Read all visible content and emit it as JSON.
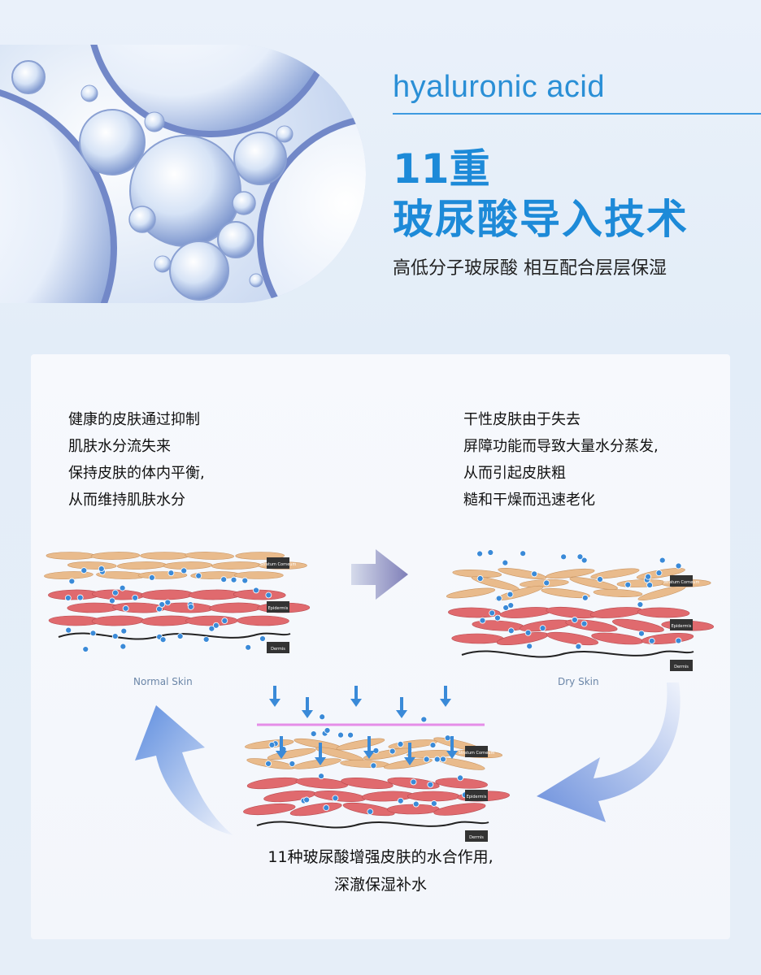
{
  "header": {
    "english_title": "hyaluronic acid",
    "title_line1": "11重",
    "title_line2": "玻尿酸导入技术",
    "subtitle": "高低分子玻尿酸 相互配合层层保湿"
  },
  "normal_skin": {
    "description": [
      "健康的皮肤通过抑制",
      "肌肤水分流失来",
      "保持皮肤的体内平衡,",
      "从而维持肌肤水分"
    ],
    "label": "Normal Skin"
  },
  "dry_skin": {
    "description": [
      "干性皮肤由于失去",
      "屏障功能而导致大量水分蒸发,",
      "从而引起皮肤粗",
      "糙和干燥而迅速老化"
    ],
    "label": "Dry Skin"
  },
  "layer_tags": {
    "stratum": "Stratum Corneum",
    "epidermis": "Epidermis",
    "dermis": "Dermis"
  },
  "treated_skin": {
    "caption": [
      "11种玻尿酸增强皮肤的水合作用,",
      "深澈保湿补水"
    ]
  },
  "colors": {
    "accent": "#1d8ad8",
    "cell_tan": "#e9bb8c",
    "cell_red": "#e06a6e",
    "droplet": "#3a8ad8",
    "barrier": "#e58ee8"
  }
}
